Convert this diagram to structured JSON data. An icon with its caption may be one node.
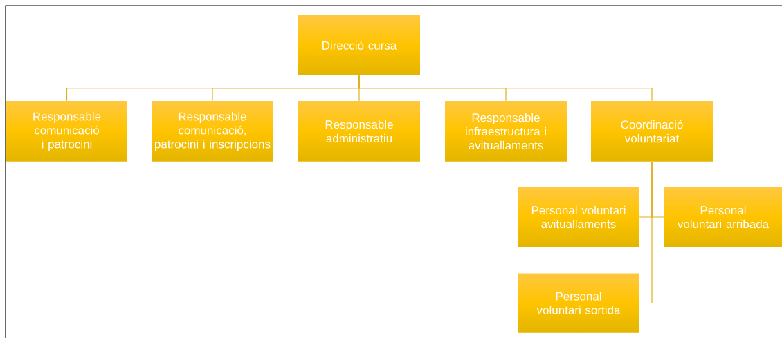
{
  "diagram": {
    "nodes": [
      {
        "text": [
          "Direcció cursa"
        ]
      },
      {
        "text": [
          "Responsable comunicació i patrocini"
        ]
      },
      {
        "text": [
          "Responsable comunicació, patrocini i inscripcions"
        ]
      },
      {
        "text": [
          "Responsable administratiu"
        ]
      },
      {
        "text": [
          "Responsable infraestructura i avituallaments"
        ]
      },
      {
        "text": [
          "Coordinació voluntariat"
        ]
      },
      {
        "text": [
          "Personal voluntari avituallaments"
        ]
      },
      {
        "text": [
          "Personal voluntari arribada"
        ]
      },
      {
        "text": [
          "Personal voluntari sortida"
        ]
      }
    ],
    "edges": [
      {
        "from": 0,
        "to": 1,
        "arrow": "none"
      },
      {
        "from": 0,
        "to": 2,
        "arrow": "none"
      },
      {
        "from": 0,
        "to": 3,
        "arrow": "none"
      },
      {
        "from": 0,
        "to": 4,
        "arrow": "none"
      },
      {
        "from": 0,
        "to": 5,
        "arrow": "none"
      },
      {
        "from": 5,
        "to": 6,
        "arrow": "none"
      },
      {
        "from": 5,
        "to": 7,
        "arrow": "none"
      },
      {
        "from": 5,
        "to": 8,
        "arrow": "none"
      }
    ]
  }
}
